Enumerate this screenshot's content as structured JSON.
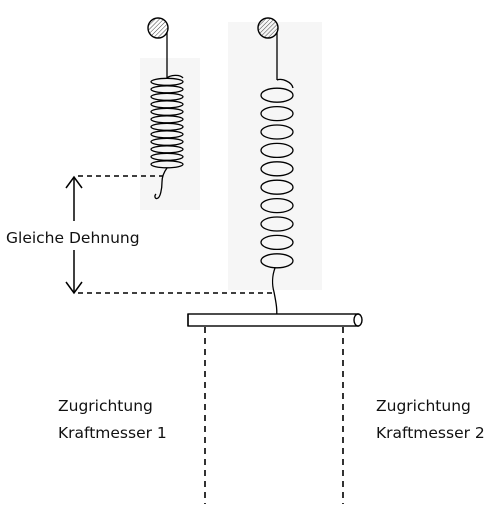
{
  "labels": {
    "stretch": "Gleiche Dehnung",
    "direction_left_line1": "Zugrichtung",
    "direction_left_line2": "Kraftmesser 1",
    "direction_right_line1": "Zugrichtung",
    "direction_right_line2": "Kraftmesser 2"
  },
  "colors": {
    "line": "#000000",
    "hatch": "#444444",
    "spring_bg": "#f6f6f6"
  },
  "springs": [
    {
      "name": "short-spring",
      "coils": 12
    },
    {
      "name": "long-spring",
      "coils": 10
    }
  ]
}
